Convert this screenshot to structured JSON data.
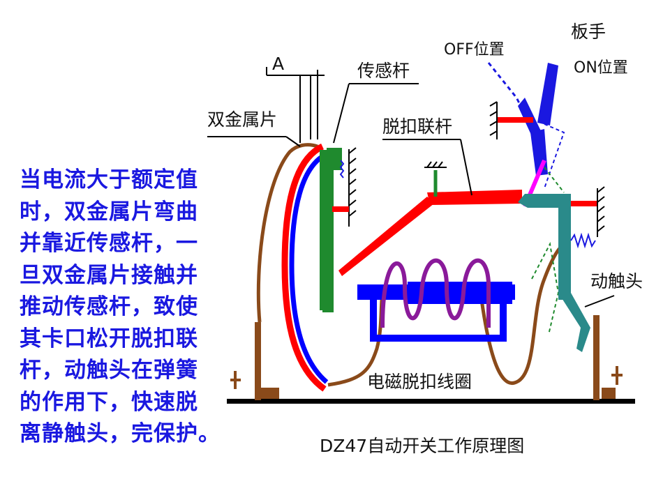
{
  "labels": {
    "a_mark": "A",
    "sensor_rod": "传感杆",
    "bimetal": "双金属片",
    "off_position": "OFF位置",
    "handle": "板手",
    "on_position": "ON位置",
    "trip_link": "脱扣联杆",
    "moving_contact": "动触头",
    "coil": "电磁脱扣线圈",
    "caption": "DZ47自动开关工作原理图"
  },
  "explanation_lines": [
    "当电流大于额定值",
    "时，双金属片弯曲",
    "并靠近传感杆，一",
    "旦双金属片接触并",
    "推动传感杆，致使",
    "其卡口松开脱扣联",
    "杆，动触头在弹簧",
    "的作用下，快速脱",
    "离静触头，完保护。"
  ],
  "colors": {
    "text_blue": "#1a18e0",
    "bimetal_red": "#ff0000",
    "bimetal_blue": "#0000ff",
    "sensor_green": "#1f8a2e",
    "contact_teal": "#2a8a8a",
    "wire_brown": "#8a4a1a",
    "spring_purple": "#8a1a9a"
  }
}
